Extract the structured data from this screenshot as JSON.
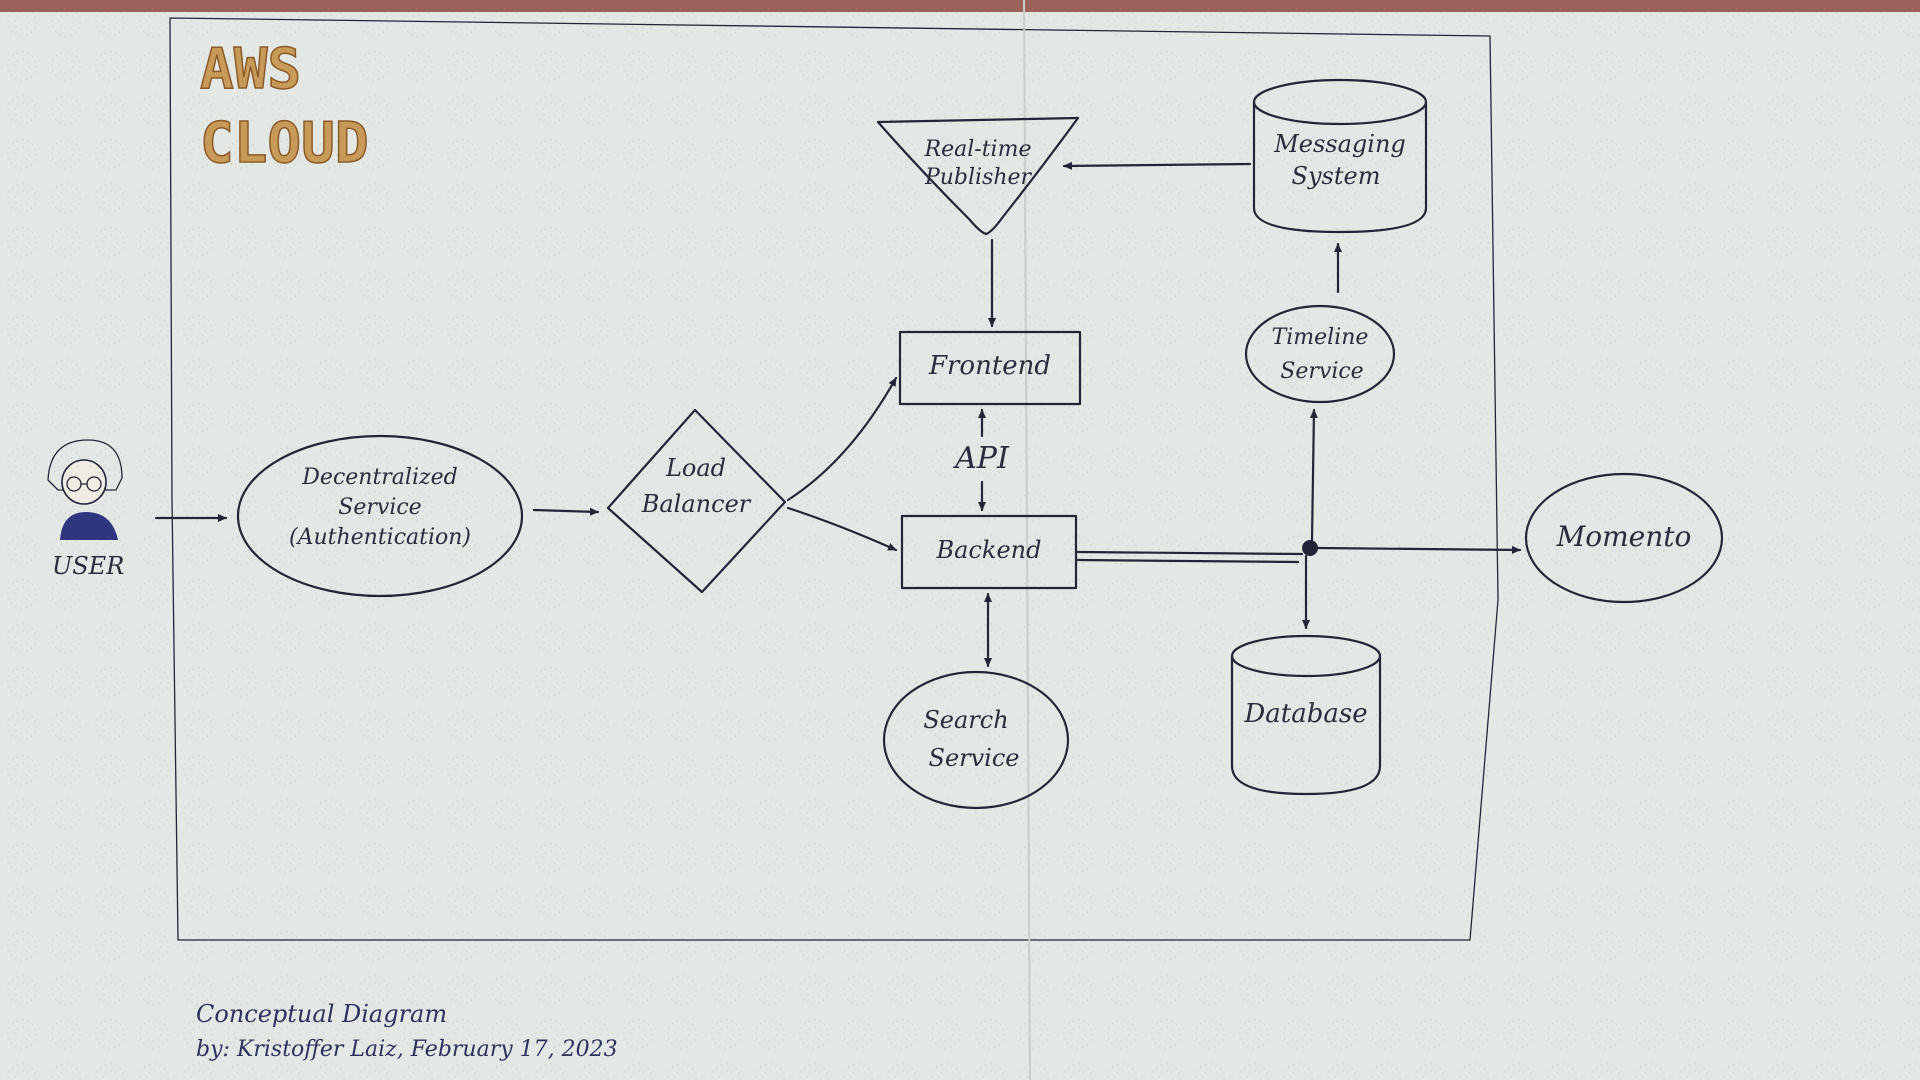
{
  "diagram": {
    "brand_line1": "AWS",
    "brand_line2": "CLOUD",
    "actor_label": "USER",
    "nodes": {
      "auth": {
        "line1": "Decentralized",
        "line2": "Service",
        "line3": "(Authentication)"
      },
      "lb": {
        "line1": "Load",
        "line2": "Balancer"
      },
      "frontend": {
        "label": "Frontend"
      },
      "api": {
        "label": "API"
      },
      "backend": {
        "label": "Backend"
      },
      "search": {
        "line1": "Search",
        "line2": "Service"
      },
      "publisher": {
        "line1": "Real-time",
        "line2": "Publisher"
      },
      "messaging": {
        "line1": "Messaging",
        "line2": "System"
      },
      "timeline": {
        "line1": "Timeline",
        "line2": "Service"
      },
      "database": {
        "label": "Database"
      },
      "momento": {
        "label": "Momento"
      }
    },
    "footer": {
      "line1": "Conceptual Diagram",
      "line2": "by: Kristoffer Laiz, February 17, 2023"
    }
  },
  "colors": {
    "ink": "#23243a",
    "paper": "#e4e8e4",
    "brand": "#c79a57",
    "footer_ink": "#2b3260"
  }
}
